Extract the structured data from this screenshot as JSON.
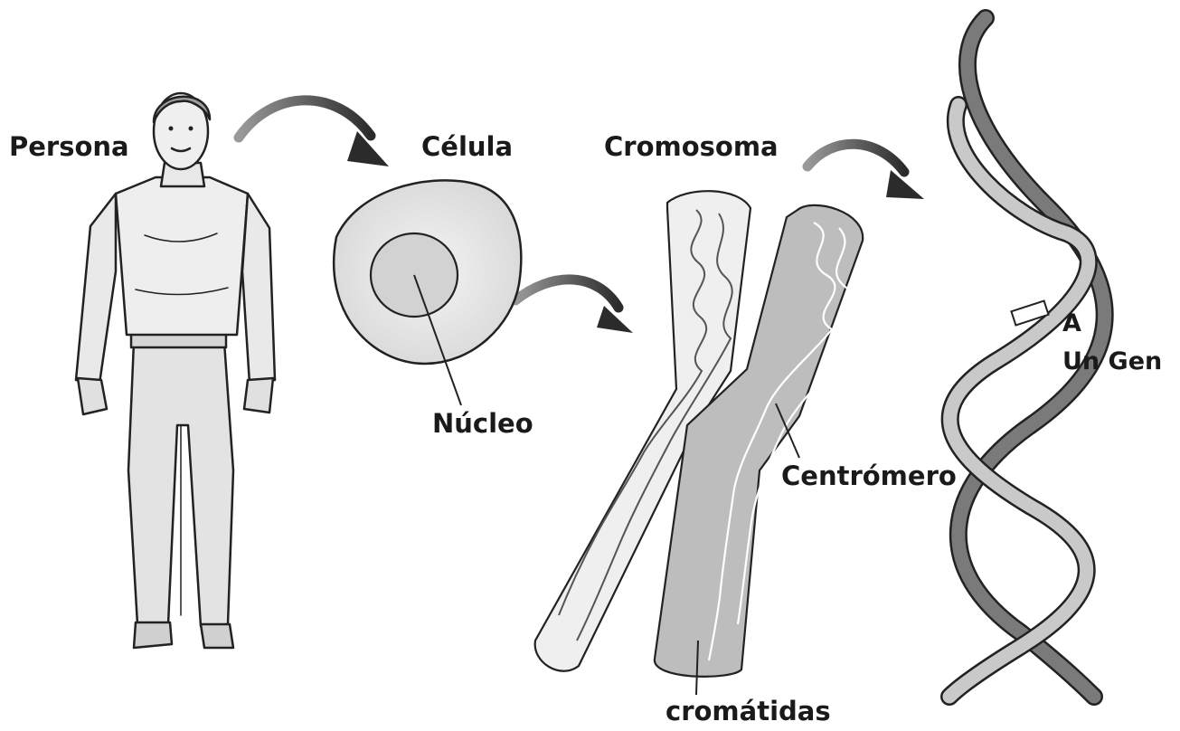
{
  "labels": {
    "persona": "Persona",
    "celula": "Célula",
    "cromosoma": "Cromosoma",
    "nucleo": "Núcleo",
    "centromero": "Centrómero",
    "cromatidas": "cromátidas",
    "gene_letter": "A",
    "gene": "Un Gen"
  },
  "colors": {
    "ink": "#1a1a1a",
    "cell_fill": "#e6e6e6",
    "chromatid_dark": "#bdbdbd",
    "chromatid_light": "#efefef",
    "dna_light": "#c9c9c9",
    "dna_dark": "#7a7a7a",
    "arrow": "#2b2b2b"
  }
}
